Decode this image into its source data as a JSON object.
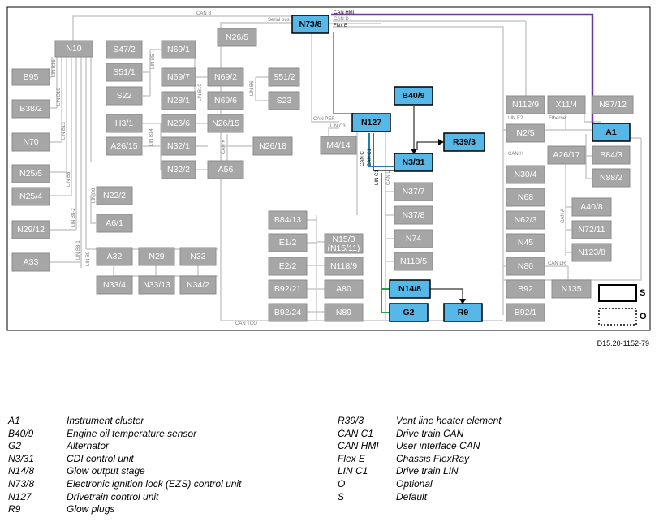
{
  "caption": "D15.20-1152-79",
  "components": {
    "N10": "N10",
    "B95": "B95",
    "B38_2": "B38/2",
    "N70": "N70",
    "N25_5": "N25/5",
    "N25_4": "N25/4",
    "N29_12": "N29/12",
    "A33": "A33",
    "S47_2": "S47/2",
    "S51_1": "S51/1",
    "S22": "S22",
    "N69_1": "N69/1",
    "N69_7": "N69/7",
    "N28_1": "N28/1",
    "N69_2": "N69/2",
    "N69_6": "N69/6",
    "S51_2": "S51/2",
    "S23": "S23",
    "H3_1": "H3/1",
    "A26_15": "A26/15",
    "N26_6": "N26/6",
    "N32_1": "N32/1",
    "N32_2": "N32/2",
    "N26_15": "N26/15",
    "A56": "A56",
    "N26_18": "N26/18",
    "N26_5": "N26/5",
    "N73_8": "N73/8",
    "N22_2": "N22/2",
    "A6_1": "A6/1",
    "A32": "A32",
    "N29": "N29",
    "N33": "N33",
    "N33_4": "N33/4",
    "N33_13": "N33/13",
    "N34_2": "N34/2",
    "N127": "N127",
    "M4_14": "M4/14",
    "B40_9": "B40/9",
    "R39_3": "R39/3",
    "N3_31": "N3/31",
    "N37_7": "N37/7",
    "N37_8": "N37/8",
    "N74": "N74",
    "N118_5": "N118/5",
    "B84_13": "B84/13",
    "E1_2": "E1/2",
    "E2_2": "E2/2",
    "B92_21": "B92/21",
    "B92_24": "B92/24",
    "N15_3": "N15/3",
    "N15_11": "(N15/11)",
    "N118_9": "N118/9",
    "A80": "A80",
    "N89": "N89",
    "N14_8": "N14/8",
    "G2": "G2",
    "R9": "R9",
    "N112_9": "N112/9",
    "X11_4": "X11/4",
    "N87_12": "N87/12",
    "N2_5": "N2/5",
    "A1": "A1",
    "A26_17": "A26/17",
    "B84_3": "B84/3",
    "N88_2": "N88/2",
    "N30_4": "N30/4",
    "N68": "N68",
    "N62_3": "N62/3",
    "N45": "N45",
    "N80": "N80",
    "B92": "B92",
    "B92_1": "B92/1",
    "A40_8": "A40/8",
    "N72_11": "N72/11",
    "N123_8": "N123/8",
    "N135": "N135"
  },
  "buses": {
    "can_b": "CAN B",
    "serial_bus": "Serial bus",
    "can_hmi": "CAN HMI",
    "can_d": "CAN D",
    "flex_e": "Flex E",
    "can_per": "CAN PER",
    "lin_c3": "LIN C3",
    "can_c": "CAN C",
    "can_c1": "CAN C1",
    "lin_c1": "LIN C1",
    "can_l": "CAN L",
    "can_k": "CAN K",
    "can_tco": "CAN TCO",
    "can_e2": "LIN E2",
    "ethernet": "Ethernet",
    "can_h": "CAN H",
    "can_a": "CAN A",
    "can_lr": "CAN LR",
    "lin_b16": "LIN B16",
    "lin_b13": "LIN B13",
    "lin_b8": "LIN B8",
    "lin_b8_2": "LIN B8-2",
    "lin_b8_1": "LIN B8-1",
    "lin_b9": "LIN B9",
    "lin_b6": "LIN B6",
    "lin_b14": "LIN B14",
    "lin_b10": "LIN B10",
    "lin_b5": "LIN B5"
  },
  "key": {
    "default_label": "S",
    "optional_label": "O"
  },
  "legend_left": [
    {
      "code": "A1",
      "text": "Instrument cluster"
    },
    {
      "code": "B40/9",
      "text": "Engine oil temperature sensor"
    },
    {
      "code": "G2",
      "text": "Alternator"
    },
    {
      "code": "N3/31",
      "text": "CDI control unit"
    },
    {
      "code": "N14/8",
      "text": "Glow output stage"
    },
    {
      "code": "N73/8",
      "text": "Electronic ignition lock (EZS) control unit"
    },
    {
      "code": "N127",
      "text": "Drivetrain control unit"
    },
    {
      "code": "R9",
      "text": "Glow plugs"
    }
  ],
  "legend_right": [
    {
      "code": "R39/3",
      "text": "Vent line heater element"
    },
    {
      "code": "CAN C1",
      "text": "Drive train CAN"
    },
    {
      "code": "CAN HMI",
      "text": "User interface CAN"
    },
    {
      "code": "Flex E",
      "text": "Chassis FlexRay"
    },
    {
      "code": "LIN C1",
      "text": "Drive train LIN"
    },
    {
      "code": "O",
      "text": "Optional"
    },
    {
      "code": "S",
      "text": "Default"
    }
  ],
  "colors": {
    "grey_box": "#a6a6a6",
    "blue_box": "#57b7e6",
    "can_hmi": "#6b3aa0",
    "flex_e": "#3cb8c8",
    "lin_c1": "#2ea043"
  }
}
